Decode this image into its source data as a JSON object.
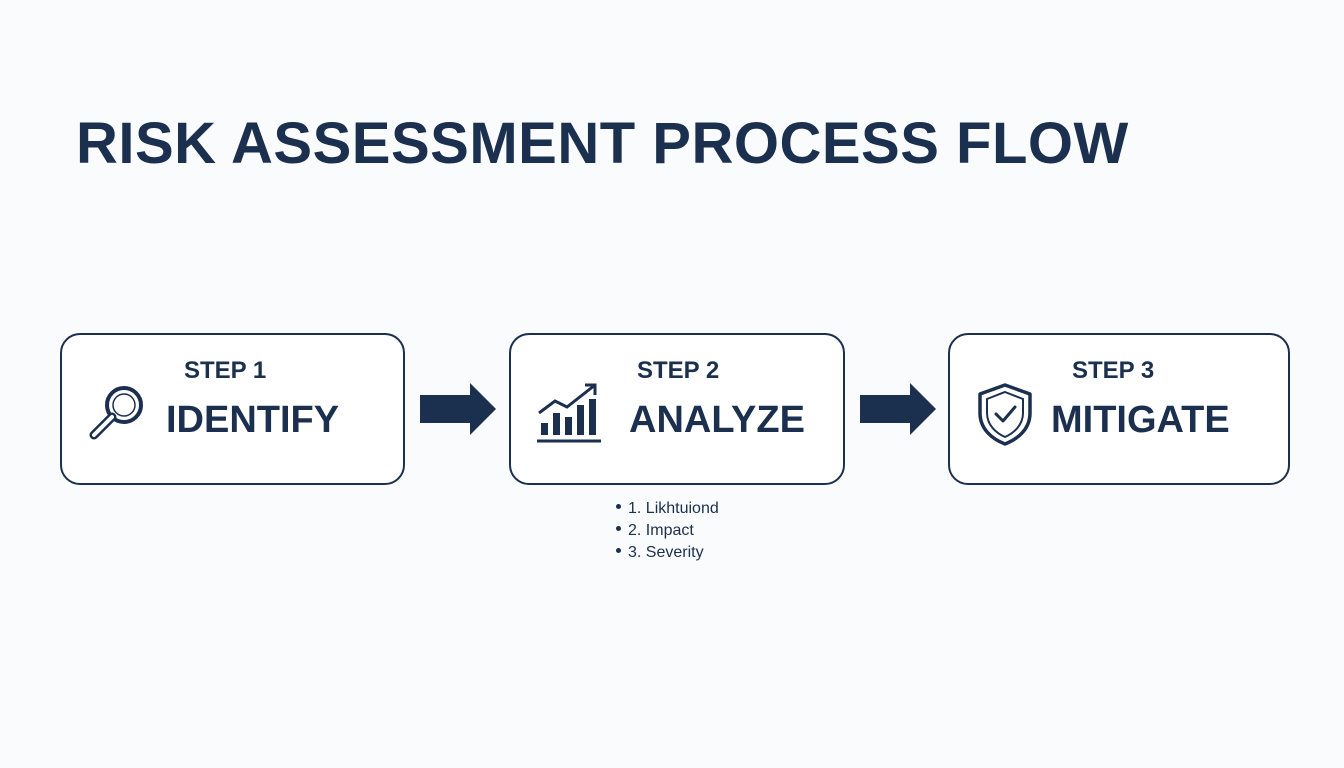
{
  "title": "RISK ASSESSMENT PROCESS FLOW",
  "colors": {
    "primary": "#1b2f4e",
    "background": "#fafbfc",
    "box_fill": "#ffffff"
  },
  "steps": [
    {
      "label": "STEP 1",
      "name": "IDENTIFY",
      "icon": "magnifying-glass-icon"
    },
    {
      "label": "STEP 2",
      "name": "ANALYZE",
      "icon": "bar-chart-trend-icon"
    },
    {
      "label": "STEP 3",
      "name": "MITIGATE",
      "icon": "shield-check-icon"
    }
  ],
  "analyze_factors": [
    "1. Likhtuiond",
    "2. Impact",
    "3. Severity"
  ]
}
